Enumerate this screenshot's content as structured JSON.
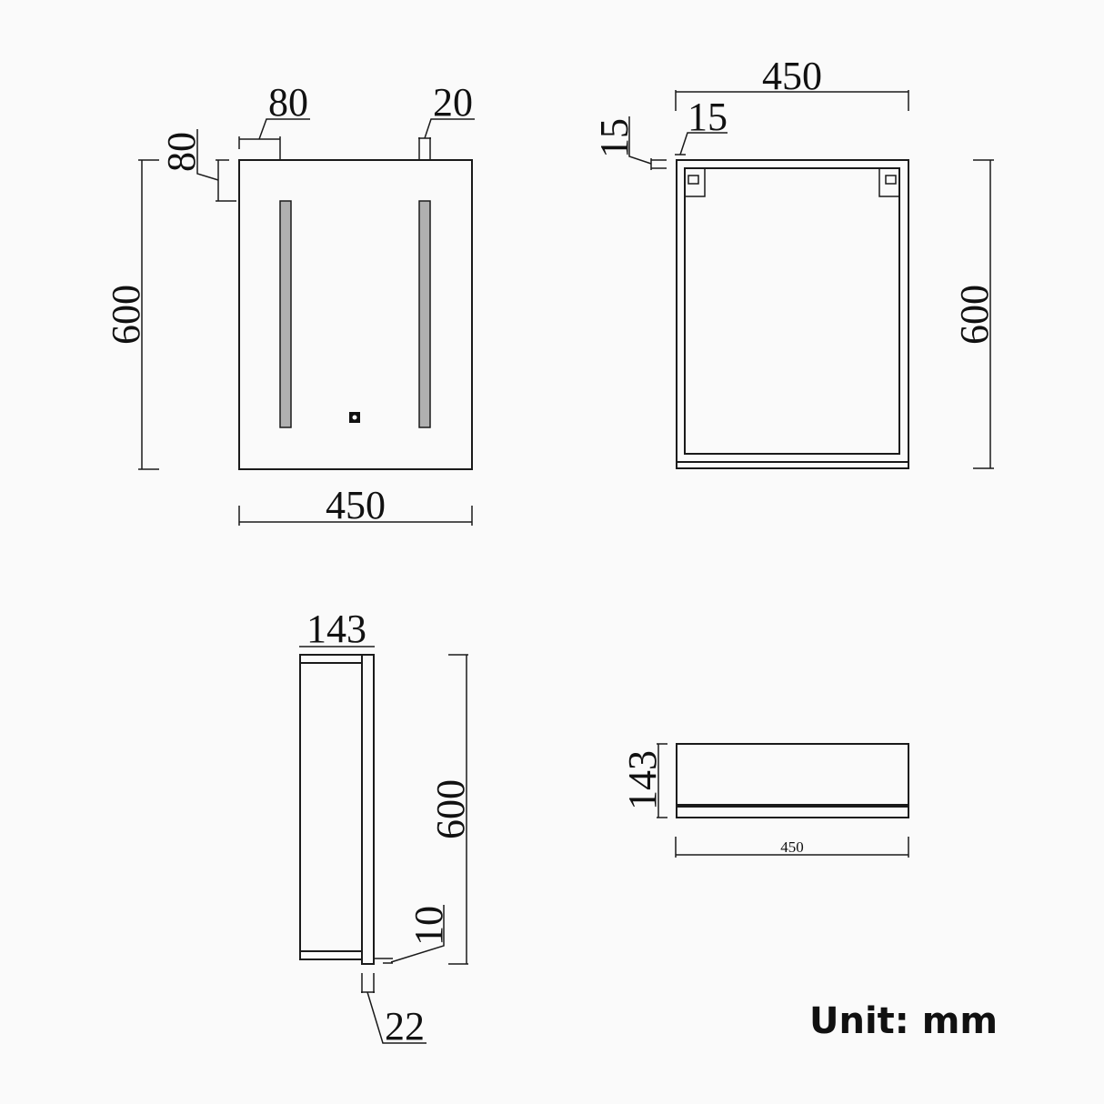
{
  "drawing": {
    "type": "technical-dimension-drawing",
    "subject": "LED mirror cabinet",
    "unit_label": "Unit: mm",
    "colors": {
      "background": "#fafafa",
      "line": "#1a1a1a",
      "led_strip": "#b0b0b0"
    },
    "views": {
      "front": {
        "width_label": "450",
        "height_label": "600",
        "led_top_offset_label": "80",
        "led_side_offset_label": "80",
        "led_strip_width_label": "20",
        "components": [
          "left-led-strip",
          "right-led-strip",
          "touch-sensor-switch"
        ]
      },
      "back": {
        "width_label": "450",
        "height_label": "600",
        "frame_side_label": "15",
        "frame_top_label": "15",
        "components": [
          "mounting-bracket-left",
          "mounting-bracket-right",
          "inner-frame",
          "bottom-shelf"
        ]
      },
      "side": {
        "depth_label": "143",
        "height_label": "600",
        "door_thickness_label": "22",
        "bottom_gap_label": "10"
      },
      "top": {
        "depth_label": "143",
        "width_label": "450"
      }
    }
  }
}
